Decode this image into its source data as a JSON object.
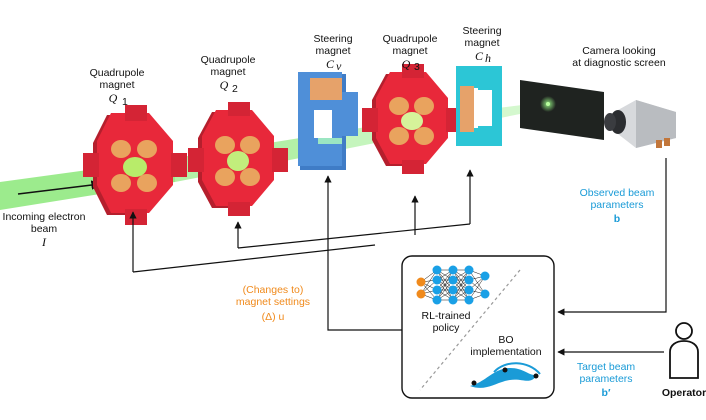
{
  "labels": {
    "q1_title_1": "Quadrupole",
    "q1_title_2": "magnet",
    "q1_symbol": "Q",
    "q1_sub": "1",
    "q2_title_1": "Quadrupole",
    "q2_title_2": "magnet",
    "q2_symbol": "Q",
    "q2_sub": "2",
    "cv_title_1": "Steering",
    "cv_title_2": "magnet",
    "cv_symbol": "C",
    "cv_sub": "v",
    "q3_title_1": "Quadrupole",
    "q3_title_2": "magnet",
    "q3_symbol": "Q",
    "q3_sub": "3",
    "ch_title_1": "Steering",
    "ch_title_2": "magnet",
    "ch_symbol": "C",
    "ch_sub": "h",
    "camera_1": "Camera looking",
    "camera_2": "at diagnostic screen",
    "incoming_1": "Incoming electron",
    "incoming_2": "beam",
    "incoming_symbol": "I",
    "observed_1": "Observed beam",
    "observed_2": "parameters",
    "observed_symbol": "b",
    "changes_1": "(Changes to)",
    "changes_2": "magnet settings",
    "changes_symbol": "(Δ) u",
    "rl_1": "RL-trained",
    "rl_2": "policy",
    "bo_1": "BO",
    "bo_2": "implementation",
    "target_1": "Target beam",
    "target_2": "parameters",
    "target_symbol": "b′",
    "operator": "Operator"
  },
  "colors": {
    "beam": "#9cf08c",
    "quad_red": "#e8283a",
    "quad_dark": "#b51f2d",
    "pole": "#e9a35e",
    "steer_blue": "#4f8fd8",
    "steer_cyan": "#2cc6d6",
    "coil": "#e6a26a",
    "accent_blue": "#1a9bd7",
    "accent_orange": "#f08a1c",
    "nn_blue": "#1aa0e6",
    "nn_orange": "#f08a1c"
  },
  "icons": {
    "operator": "person-outline-icon",
    "camera": "camera-icon",
    "neural_net": "neural-network-icon",
    "bo_curve": "gaussian-curve-icon"
  }
}
